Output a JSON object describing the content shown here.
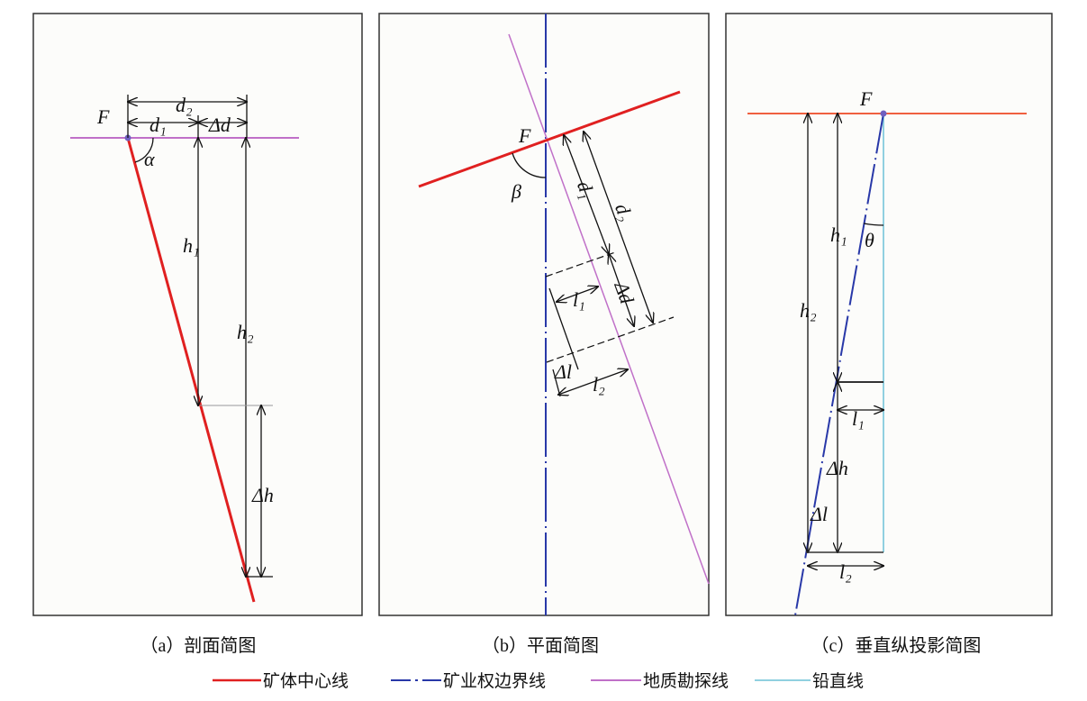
{
  "panels": {
    "a": {
      "caption": "（a）剖面简图",
      "F": "F",
      "alpha": "α",
      "d1": "d₁",
      "d2": "d₂",
      "delta_d": "Δd",
      "h1": "h₁",
      "h2": "h₂",
      "delta_h": "Δh"
    },
    "b": {
      "caption": "（b）平面简图",
      "F": "F",
      "beta": "β",
      "d1": "d₁",
      "d2": "d₂",
      "delta_d": "Δd",
      "l1": "l₁",
      "l2": "l₂",
      "delta_l": "Δl"
    },
    "c": {
      "caption": "（c）垂直纵投影简图",
      "F": "F",
      "theta": "θ",
      "h1": "h₁",
      "h2": "h₂",
      "delta_h": "Δh",
      "l1": "l₁",
      "l2": "l₂",
      "delta_l": "Δl"
    }
  },
  "legend": [
    {
      "label": "矿体中心线",
      "color": "#e02020",
      "style": "solid"
    },
    {
      "label": "矿业权边界线",
      "color": "#2838a8",
      "style": "dash-dot"
    },
    {
      "label": "地质勘探线",
      "color": "#c070c8",
      "style": "solid"
    },
    {
      "label": "铅直线",
      "color": "#90d0e0",
      "style": "solid"
    }
  ],
  "colors": {
    "ore": "#e02020",
    "boundary": "#2838a8",
    "exploration": "#c070c8",
    "plumb": "#90d0e0",
    "horizon": "#f06040"
  }
}
